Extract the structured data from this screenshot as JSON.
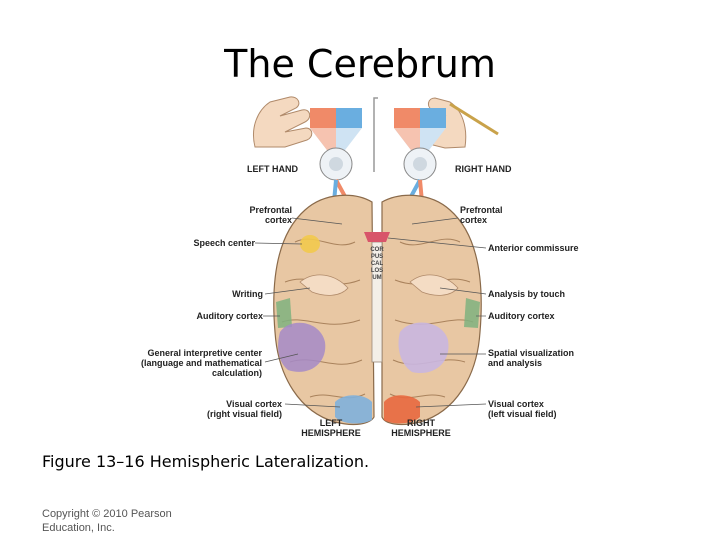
{
  "slide": {
    "title": "The Cerebrum",
    "caption": "Figure 13–16 Hemispheric Lateralization.",
    "copyright": "Copyright © 2010 Pearson Education, Inc."
  },
  "figure": {
    "labels": {
      "left_hand": "LEFT HAND",
      "right_hand": "RIGHT HAND",
      "prefrontal_left_1": "Prefrontal",
      "prefrontal_left_2": "cortex",
      "prefrontal_right_1": "Prefrontal",
      "prefrontal_right_2": "cortex",
      "speech_center": "Speech center",
      "anterior_commissure": "Anterior commissure",
      "writing": "Writing",
      "analysis_by_touch": "Analysis by touch",
      "auditory_left": "Auditory cortex",
      "auditory_right": "Auditory cortex",
      "general_1": "General interpretive center",
      "general_2": "(language and mathematical",
      "general_3": "calculation)",
      "spatial_1": "Spatial visualization",
      "spatial_2": "and analysis",
      "visual_left_1": "Visual cortex",
      "visual_left_2": "(right visual field)",
      "visual_right_1": "Visual cortex",
      "visual_right_2": "(left visual field)",
      "left_hemi_1": "LEFT",
      "left_hemi_2": "HEMISPHERE",
      "right_hemi_1": "RIGHT",
      "right_hemi_2": "HEMISPHERE",
      "corpus_callosum": "CORPUS CALLOSUM"
    }
  }
}
